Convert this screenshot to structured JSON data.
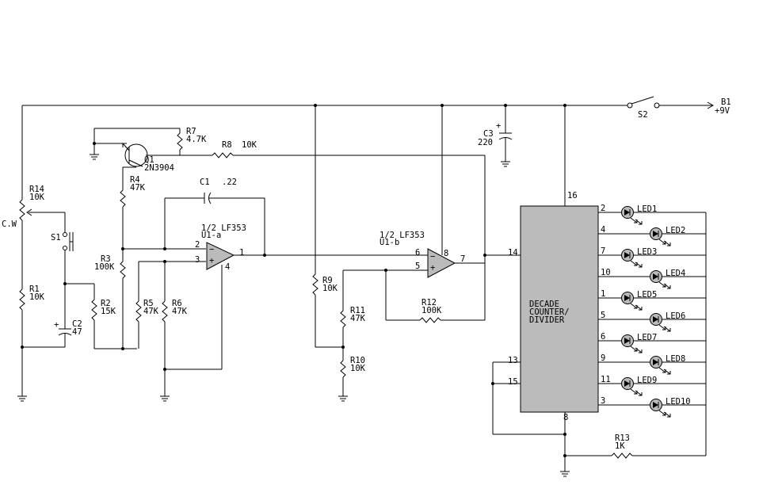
{
  "labels": {
    "b1": "B1",
    "b1_v": "+9V",
    "s2": "S2",
    "c3": "C3",
    "c3_v": "220",
    "r7": "R7",
    "r7_v": "4.7K",
    "r8": "R8",
    "r8_v": "10K",
    "q1": "Q1",
    "q1_v": "2N3904",
    "r4": "R4",
    "r4_v": "47K",
    "c1": "C1",
    "c1_v": ".22",
    "r14": "R14",
    "r14_v": "10K",
    "cw": "C.W",
    "s1": "S1",
    "r3": "R3",
    "r3_v": "100K",
    "u1a_title": "1/2 LF353",
    "u1a": "U1-a",
    "u1b_title": "1/2 LF353",
    "u1b": "U1-b",
    "r1": "R1",
    "r1_v": "10K",
    "r2": "R2",
    "r2_v": "15K",
    "r5": "R5",
    "r5_v": "47K",
    "r6": "R6",
    "r6_v": "47K",
    "c2": "C2",
    "c2_v": "47",
    "r9": "R9",
    "r9_v": "10K",
    "r11": "R11",
    "r11_v": "47K",
    "r10": "R10",
    "r10_v": "10K",
    "r12": "R12",
    "r12_v": "100K",
    "r13": "R13",
    "r13_v": "1K",
    "counter_l1": "DECADE",
    "counter_l2": "COUNTER/",
    "counter_l3": "DIVIDER",
    "pin_2": "2",
    "pin_3": "3",
    "pin_1": "1",
    "pin_4": "4",
    "pin_6": "6",
    "pin_5": "5",
    "pin_7": "7",
    "pin_8": "8",
    "pin_14": "14",
    "pin_16": "16",
    "pin_13": "13",
    "pin_15": "15",
    "pin_8b": "8",
    "plus": "+",
    "minus": "−"
  },
  "leds": [
    {
      "name": "LED1",
      "pin": "2"
    },
    {
      "name": "LED2",
      "pin": "4"
    },
    {
      "name": "LED3",
      "pin": "7"
    },
    {
      "name": "LED4",
      "pin": "10"
    },
    {
      "name": "LED5",
      "pin": "1"
    },
    {
      "name": "LED6",
      "pin": "5"
    },
    {
      "name": "LED7",
      "pin": "6"
    },
    {
      "name": "LED8",
      "pin": "9"
    },
    {
      "name": "LED9",
      "pin": "11"
    },
    {
      "name": "LED10",
      "pin": "3"
    }
  ]
}
